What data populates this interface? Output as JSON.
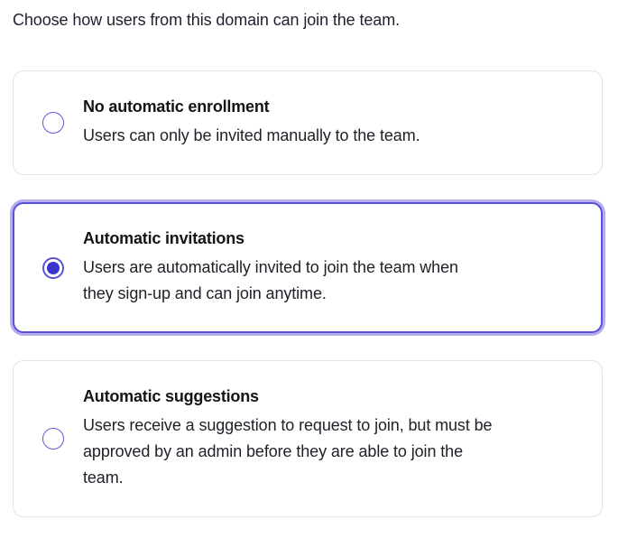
{
  "page": {
    "heading": "Choose how users from this domain can join the team."
  },
  "options": [
    {
      "title": "No automatic enrollment",
      "description": "Users can only be invited manually to the team.",
      "selected": false
    },
    {
      "title": "Automatic invitations",
      "description": "Users are automatically invited to join the team when they sign-up and can join anytime.",
      "selected": true
    },
    {
      "title": "Automatic suggestions",
      "description": "Users receive a suggestion to request to join, but must be approved by an admin before they are able to join the team.",
      "selected": false
    }
  ],
  "colors": {
    "accent": "#5b51d6",
    "accent_ring": "#b4aeee",
    "radio_dot": "#3a33cd",
    "radio_border": "#5d5bd5",
    "card_border": "#e4e4e7",
    "text": "#18181b"
  }
}
